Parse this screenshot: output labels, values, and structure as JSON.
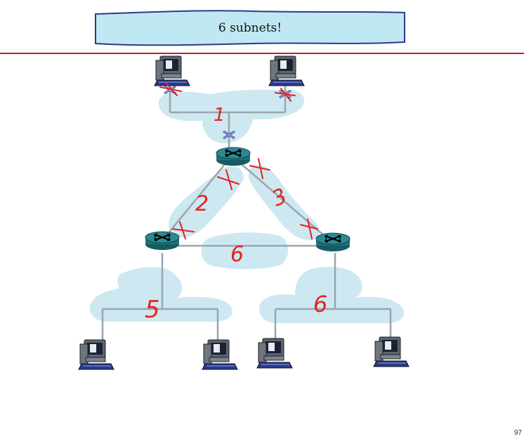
{
  "banner": {
    "title": "6 subnets!"
  },
  "subnet_labels": [
    "1",
    "2",
    "3",
    "5",
    "6",
    "6"
  ],
  "page_number": "97",
  "colors": {
    "banner_fill": "#bfe8f2",
    "banner_stroke": "#2b3a8c",
    "divider": "#b02a20",
    "cloud": "#cde8f0",
    "wire": "#9aa6ad",
    "router": "#1f6f78",
    "annotation": "#e82020",
    "switch": "#2a3f8f"
  }
}
